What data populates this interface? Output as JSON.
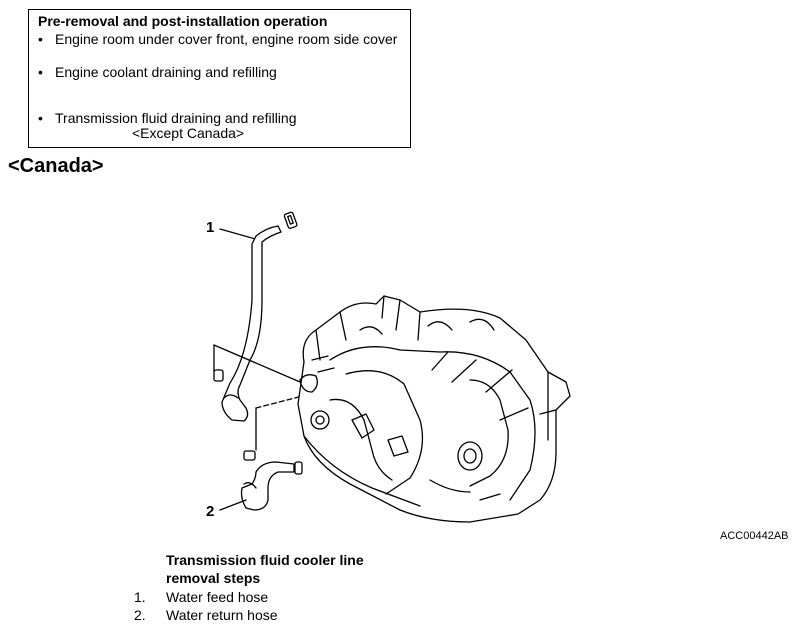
{
  "info_box": {
    "title": "Pre-removal and post-installation operation",
    "bullet_glyph": "•",
    "items": [
      "Engine room under cover front, engine room side cover",
      "Engine coolant draining and refilling",
      "Transmission fluid draining and refilling"
    ],
    "sub_note": "<Except Canada>"
  },
  "section_heading": "<Canada>",
  "figure": {
    "callouts": [
      "1",
      "2"
    ],
    "code": "ACC00442AB"
  },
  "steps": {
    "title": "Transmission fluid cooler line removal steps",
    "items": [
      {
        "num": "1.",
        "label": "Water feed hose"
      },
      {
        "num": "2.",
        "label": "Water return hose"
      }
    ]
  }
}
